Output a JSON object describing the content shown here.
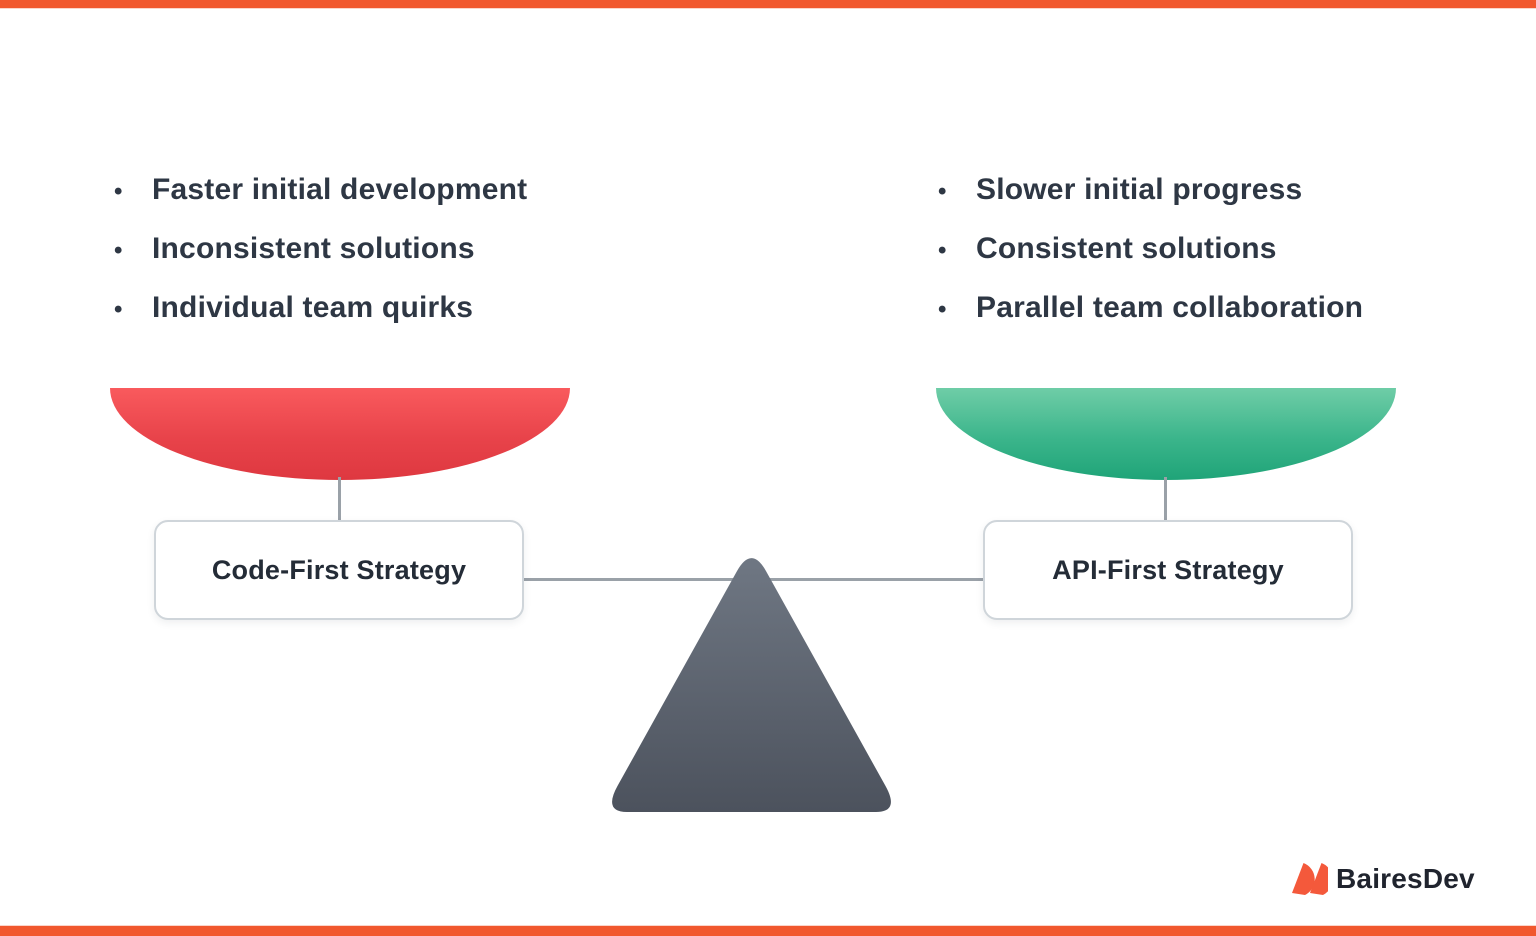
{
  "page": {
    "background_color": "#ffffff",
    "accent_bar_color": "#F1582E",
    "bullet_glyph": "•",
    "text_color": "#2E3744",
    "line_color": "#9AA1A8"
  },
  "left_panel": {
    "title": "Code-First Strategy",
    "bullets": [
      "Faster initial development",
      "Inconsistent solutions",
      "Individual team quirks"
    ],
    "pan_color_top": "#F95A5D",
    "pan_color_bottom": "#DE3840"
  },
  "right_panel": {
    "title": "API-First Strategy",
    "bullets": [
      "Slower initial progress",
      "Consistent solutions",
      "Parallel team collaboration"
    ],
    "pan_color_top": "#6FCDA7",
    "pan_color_bottom": "#1FA478"
  },
  "scale": {
    "fulcrum_color_top": "#6F7783",
    "fulcrum_color_bottom": "#4C525D",
    "beam_color": "#9AA1A8"
  },
  "logo": {
    "text": "BairesDev",
    "mark_color": "#F4593B",
    "text_color": "#20242E"
  }
}
